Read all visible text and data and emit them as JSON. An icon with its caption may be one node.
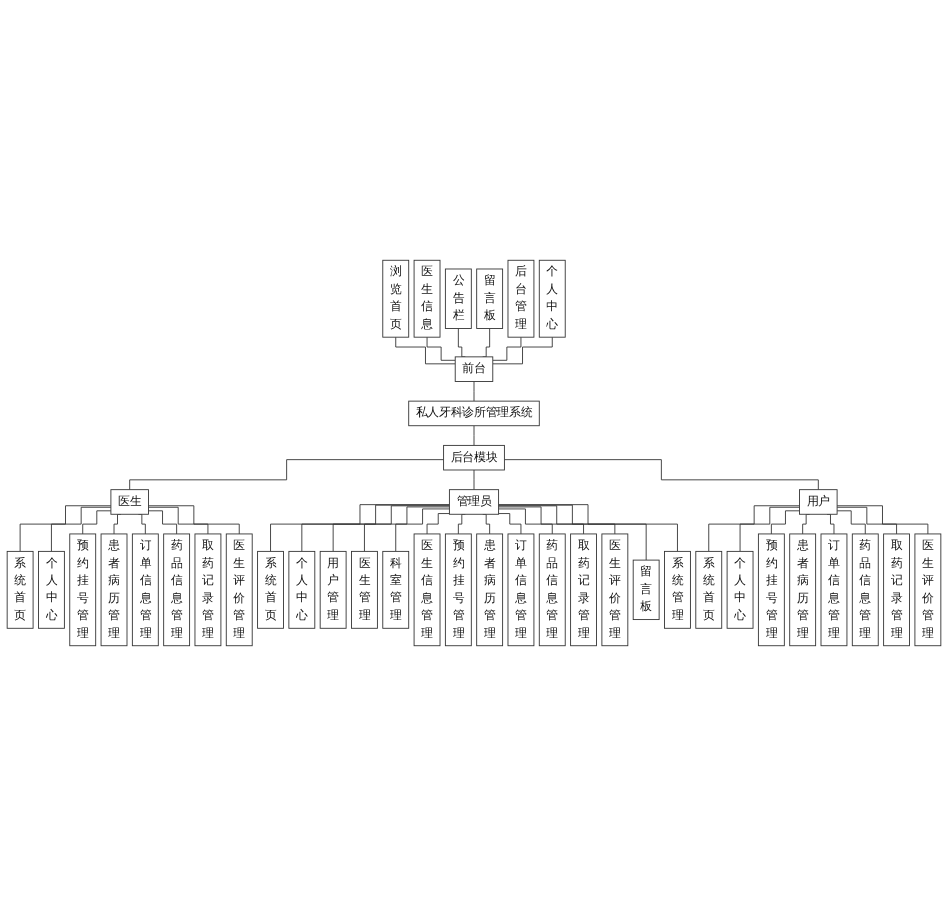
{
  "diagram": {
    "nodes": [
      {
        "text": [
          "浏览首页"
        ]
      },
      {
        "text": [
          "医生信息"
        ]
      },
      {
        "text": [
          "公告栏"
        ]
      },
      {
        "text": [
          "留言板"
        ]
      },
      {
        "text": [
          "后台管理"
        ]
      },
      {
        "text": [
          "个人中心"
        ]
      },
      {
        "text": [
          "前台"
        ]
      },
      {
        "text": [
          "私人牙科诊所管理系统"
        ]
      },
      {
        "text": [
          "后台模块"
        ]
      },
      {
        "text": [
          "管理员"
        ]
      },
      {
        "text": [
          "医生"
        ]
      },
      {
        "text": [
          "用户"
        ]
      },
      {
        "text": [
          "系统首页"
        ]
      },
      {
        "text": [
          "个人中心"
        ]
      },
      {
        "text": [
          "用户管理"
        ]
      },
      {
        "text": [
          "医生管理"
        ]
      },
      {
        "text": [
          "科室管理"
        ]
      },
      {
        "text": [
          "医生信息管理"
        ]
      },
      {
        "text": [
          "预约挂号管理"
        ]
      },
      {
        "text": [
          "患者病历管理"
        ]
      },
      {
        "text": [
          "订单信息管理"
        ]
      },
      {
        "text": [
          "药品信息管理"
        ]
      },
      {
        "text": [
          "取药记录管理"
        ]
      },
      {
        "text": [
          "医生评价管理"
        ]
      },
      {
        "text": [
          "留言板"
        ]
      },
      {
        "text": [
          "系统管理"
        ]
      },
      {
        "text": [
          "系统首页"
        ]
      },
      {
        "text": [
          "个人中心"
        ]
      },
      {
        "text": [
          "预约挂号管理"
        ]
      },
      {
        "text": [
          "患者病历管理"
        ]
      },
      {
        "text": [
          "订单信息管理"
        ]
      },
      {
        "text": [
          "药品信息管理"
        ]
      },
      {
        "text": [
          "取药记录管理"
        ]
      },
      {
        "text": [
          "医生评价管理"
        ]
      },
      {
        "text": [
          "系统首页"
        ]
      },
      {
        "text": [
          "个人中心"
        ]
      },
      {
        "text": [
          "预约挂号管理"
        ]
      },
      {
        "text": [
          "患者病历管理"
        ]
      },
      {
        "text": [
          "订单信息管理"
        ]
      },
      {
        "text": [
          "药品信息管理"
        ]
      },
      {
        "text": [
          "取药记录管理"
        ]
      },
      {
        "text": [
          "医生评价管理"
        ]
      }
    ],
    "edges": [
      {
        "from": 0,
        "to": 6,
        "arrow": "none"
      },
      {
        "from": 1,
        "to": 6,
        "arrow": "none"
      },
      {
        "from": 2,
        "to": 6,
        "arrow": "none"
      },
      {
        "from": 3,
        "to": 6,
        "arrow": "none"
      },
      {
        "from": 4,
        "to": 6,
        "arrow": "none"
      },
      {
        "from": 5,
        "to": 6,
        "arrow": "none"
      },
      {
        "from": 6,
        "to": 7,
        "arrow": "none"
      },
      {
        "from": 7,
        "to": 8,
        "arrow": "none"
      },
      {
        "from": 8,
        "to": 10,
        "arrow": "none"
      },
      {
        "from": 8,
        "to": 9,
        "arrow": "none"
      },
      {
        "from": 8,
        "to": 11,
        "arrow": "none"
      },
      {
        "from": 9,
        "to": 12,
        "arrow": "none"
      },
      {
        "from": 9,
        "to": 13,
        "arrow": "none"
      },
      {
        "from": 9,
        "to": 14,
        "arrow": "none"
      },
      {
        "from": 9,
        "to": 15,
        "arrow": "none"
      },
      {
        "from": 9,
        "to": 16,
        "arrow": "none"
      },
      {
        "from": 9,
        "to": 17,
        "arrow": "none"
      },
      {
        "from": 9,
        "to": 18,
        "arrow": "none"
      },
      {
        "from": 9,
        "to": 19,
        "arrow": "none"
      },
      {
        "from": 9,
        "to": 20,
        "arrow": "none"
      },
      {
        "from": 9,
        "to": 21,
        "arrow": "none"
      },
      {
        "from": 9,
        "to": 22,
        "arrow": "none"
      },
      {
        "from": 9,
        "to": 23,
        "arrow": "none"
      },
      {
        "from": 9,
        "to": 24,
        "arrow": "none"
      },
      {
        "from": 9,
        "to": 25,
        "arrow": "none"
      },
      {
        "from": 10,
        "to": 26,
        "arrow": "none"
      },
      {
        "from": 10,
        "to": 27,
        "arrow": "none"
      },
      {
        "from": 10,
        "to": 28,
        "arrow": "none"
      },
      {
        "from": 10,
        "to": 29,
        "arrow": "none"
      },
      {
        "from": 10,
        "to": 30,
        "arrow": "none"
      },
      {
        "from": 10,
        "to": 31,
        "arrow": "none"
      },
      {
        "from": 10,
        "to": 32,
        "arrow": "none"
      },
      {
        "from": 10,
        "to": 33,
        "arrow": "none"
      },
      {
        "from": 11,
        "to": 34,
        "arrow": "none"
      },
      {
        "from": 11,
        "to": 35,
        "arrow": "none"
      },
      {
        "from": 11,
        "to": 36,
        "arrow": "none"
      },
      {
        "from": 11,
        "to": 37,
        "arrow": "none"
      },
      {
        "from": 11,
        "to": 38,
        "arrow": "none"
      },
      {
        "from": 11,
        "to": 39,
        "arrow": "none"
      },
      {
        "from": 11,
        "to": 40,
        "arrow": "none"
      },
      {
        "from": 11,
        "to": 41,
        "arrow": "none"
      }
    ]
  }
}
